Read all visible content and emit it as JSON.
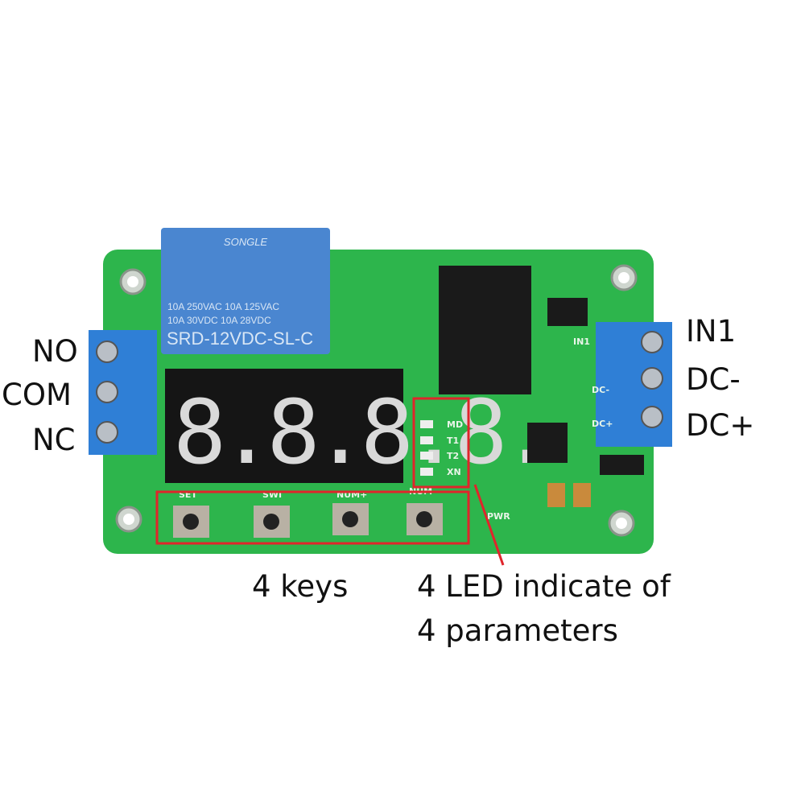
{
  "terminals_left": [
    "NO",
    "COM",
    "NC"
  ],
  "terminals_right": [
    "IN1",
    "DC-",
    "DC+"
  ],
  "captions": {
    "keys": "4 keys",
    "led_line1": "4 LED indicate of",
    "led_line2": "4 parameters"
  },
  "relay": {
    "brand": "SONGLE",
    "line1": "10A 250VAC  10A 125VAC",
    "line2": "10A 30VDC  10A 28VDC",
    "model": "SRD-12VDC-SL-C"
  },
  "display_digits": "8.8.8.8.",
  "key_labels": [
    "SET",
    "SWI",
    "NUM+",
    "NUM-"
  ],
  "led_labels": [
    "MD",
    "T1",
    "T2",
    "XN"
  ],
  "silk": {
    "in1": "IN1",
    "dcminus": "DC-",
    "dcplus": "DC+",
    "pwr": "PWR"
  },
  "colors": {
    "board": "#2db54c",
    "relay": "#4a86d0",
    "terminal": "#2f7fd6",
    "highlight": "#e0252b",
    "display": "#151515"
  }
}
